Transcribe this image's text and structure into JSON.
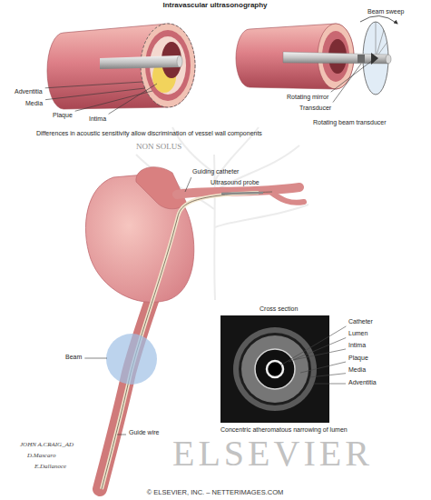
{
  "diagram": {
    "title": "Intravascular ultrasonography",
    "labels": [
      "Beam sweep",
      "Adventitia",
      "Media",
      "Plaque",
      "Intima",
      "Rotating mirror",
      "Transducer",
      "Rotating beam transducer",
      "Differences in acoustic sensitivity allow discrimination of vessel wall components",
      "NON SOLUS",
      "Guiding catheter",
      "Ultrasound probe",
      "Cross section",
      "Catheter",
      "Lumen",
      "Intima",
      "Plaque",
      "Media",
      "Beam",
      "Adventitia",
      "Guide wire",
      "Concentric atheromatous narrowing of lumen",
      "JOHN A.CRAIG_AD",
      "D.Mascaro",
      "E.Dallanoce",
      "ELSEVIER",
      "© ELSEVIER, INC. – NETTERIMAGES.COM"
    ]
  }
}
